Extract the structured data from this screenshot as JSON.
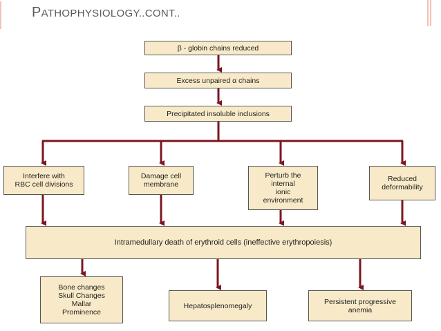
{
  "slide": {
    "title_cap": "P",
    "title_rest": "ATHOPHYSIOLOGY..CONT..",
    "accent_color": "#f1c2b4",
    "arrow_color": "#7b1620",
    "box_fill": "#f8eac8"
  },
  "flow": {
    "step1": "β - globin chains reduced",
    "step2": "Excess unpaired α chains",
    "step3": "Precipitated insoluble inclusions",
    "effects": [
      "Interfere with\nRBC cell divisions",
      "Damage cell\nmembrane",
      "Perturb the\ninternal\nionic\nenvironment",
      "Reduced\ndeformability"
    ],
    "central": "Intramedullary death of erythroid cells (ineffective erythropoiesis)",
    "outcomes": [
      "Bone changes\nSkull Changes\nMallar\nProminence",
      "Hepatosplenomegaly",
      "Persistent progressive\nanemia"
    ]
  }
}
